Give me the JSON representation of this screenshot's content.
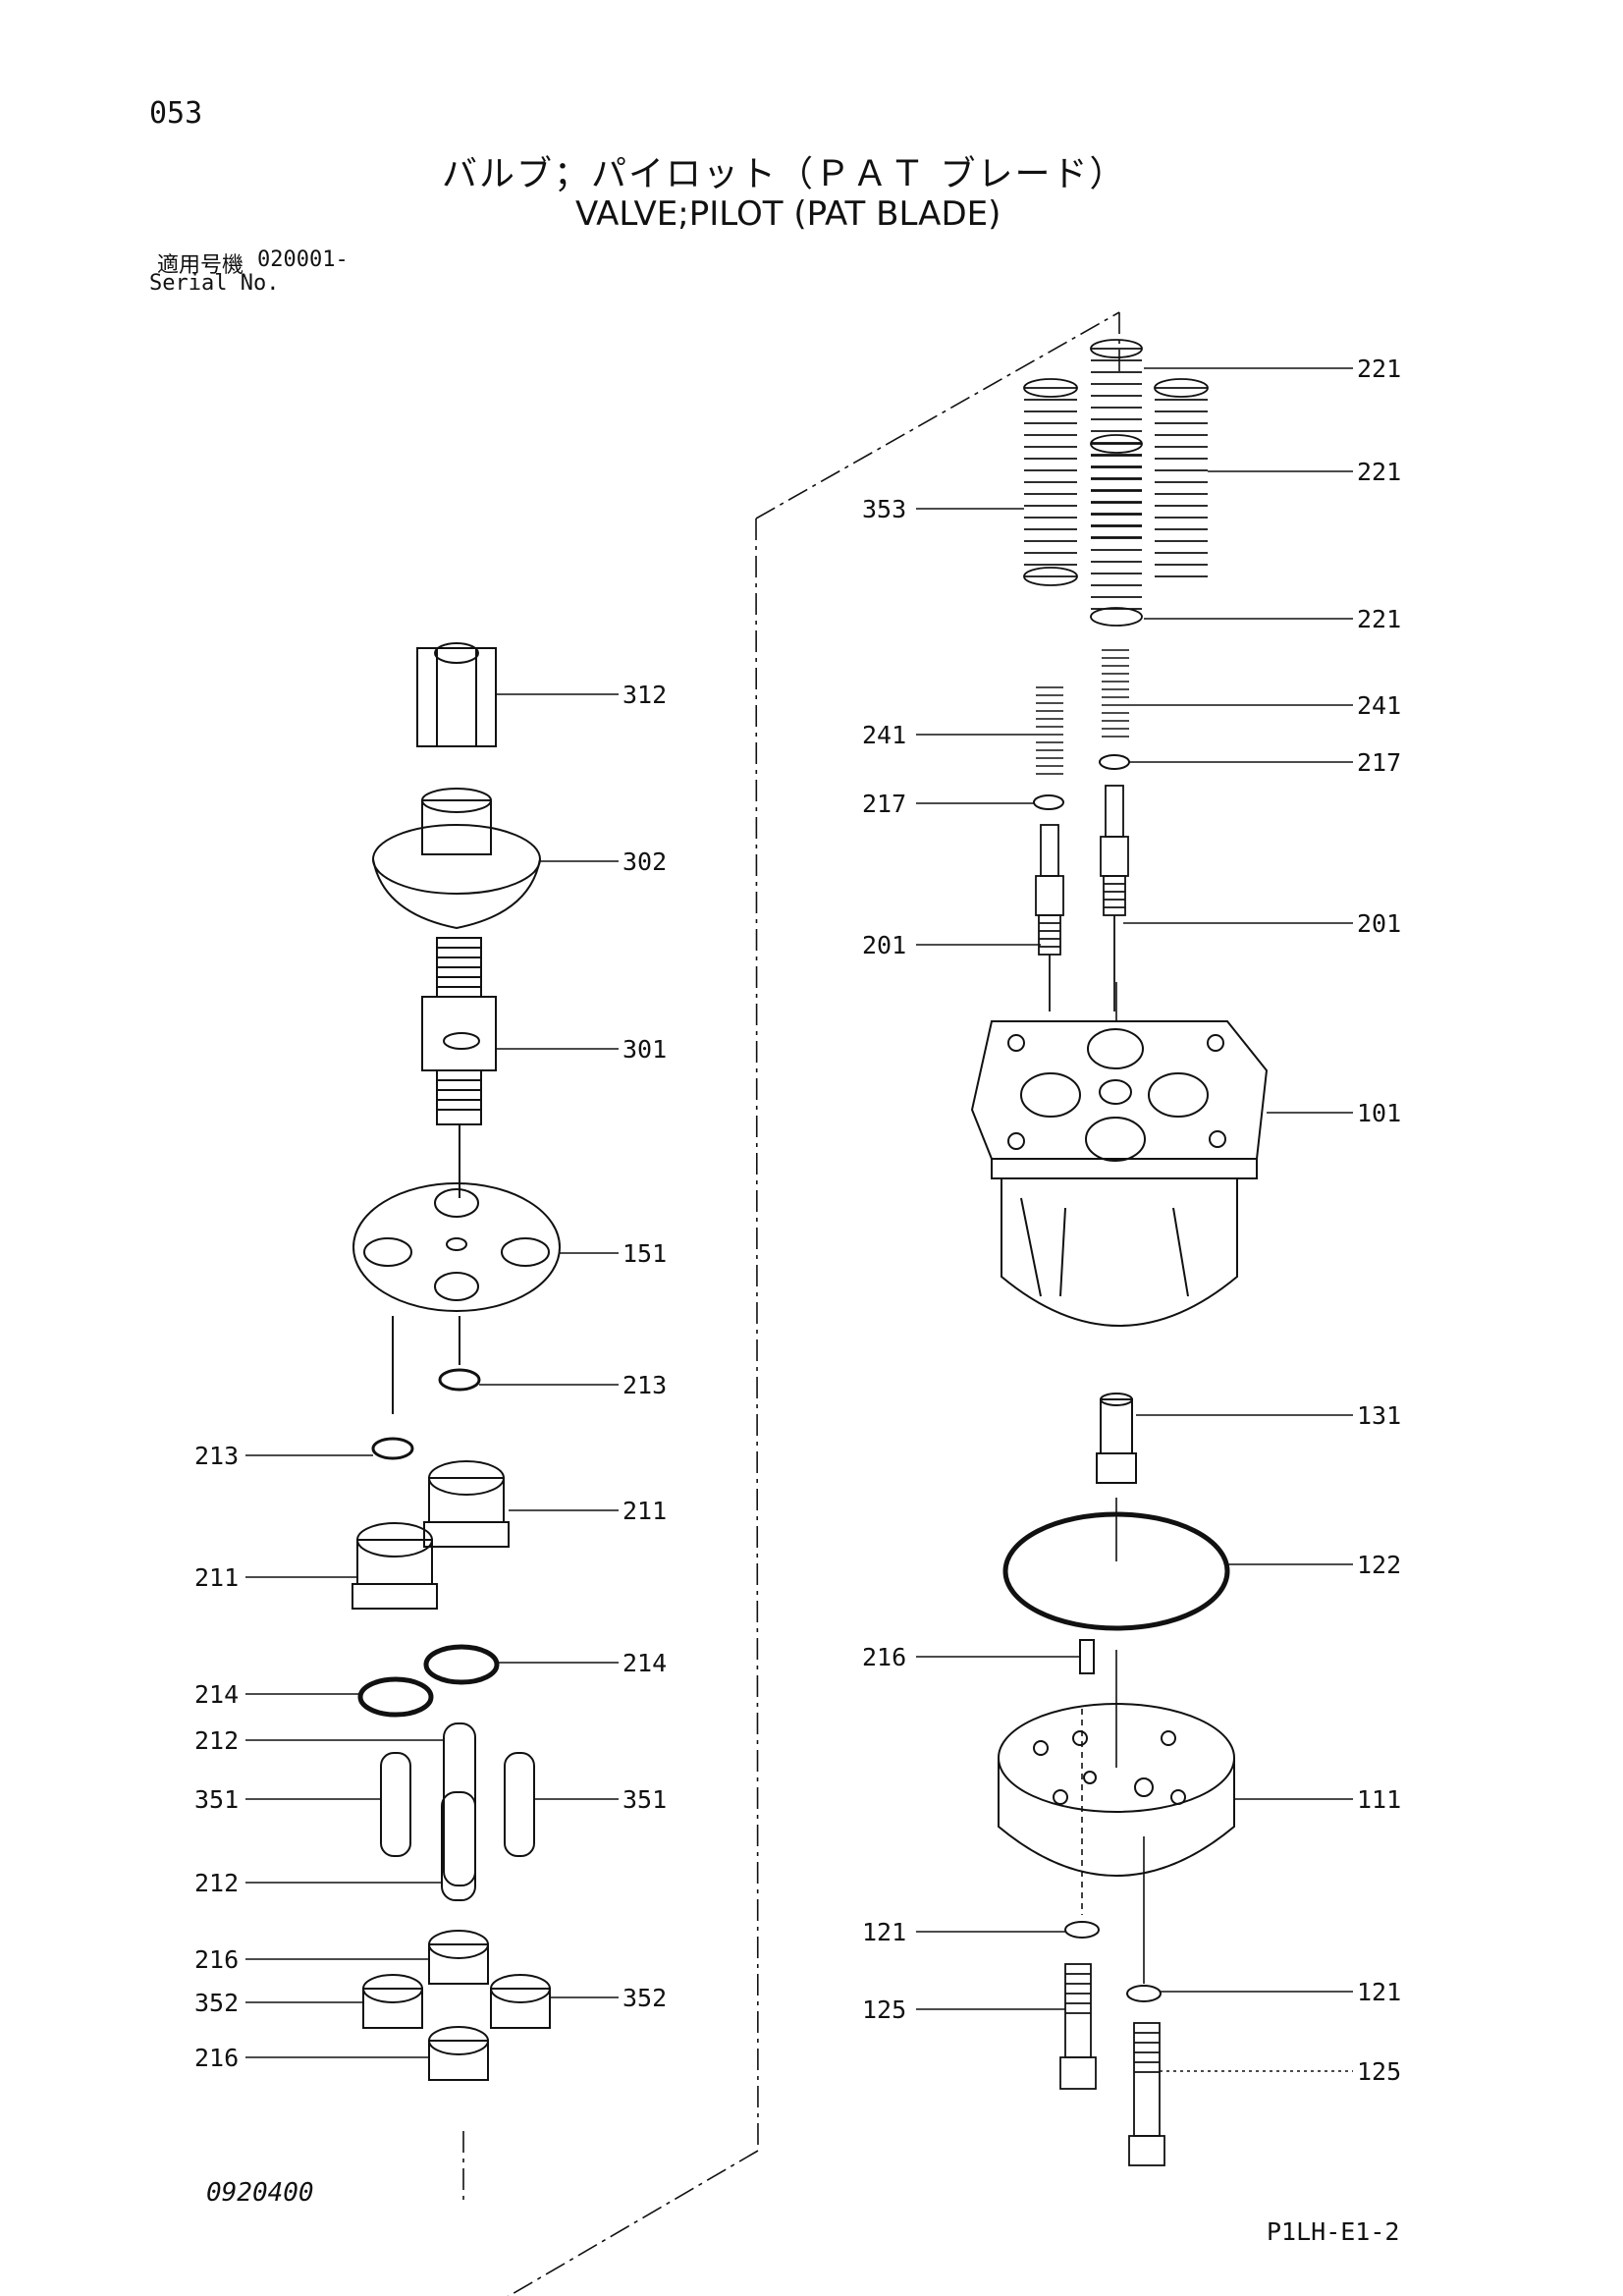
{
  "header": {
    "page_number": "053",
    "title_jp": "バルブ；パイロット（ＰＡＴ ブレード）",
    "title_en": "VALVE;PILOT (PAT BLADE)",
    "serial_label_jp": "適用号機",
    "serial_value": "020001-",
    "serial_label_en": "Serial No."
  },
  "footer": {
    "drawing_code": "0920400",
    "sheet_code": "P1LH-E1-2"
  },
  "callouts": {
    "c221a": "221",
    "c221b": "221",
    "c221c": "221",
    "c353": "353",
    "c241l": "241",
    "c241r": "241",
    "c217l": "217",
    "c217r": "217",
    "c201l": "201",
    "c201r": "201",
    "c101": "101",
    "c131": "131",
    "c122": "122",
    "c216r": "216",
    "c111": "111",
    "c121l": "121",
    "c121r": "121",
    "c125l": "125",
    "c125r": "125",
    "c312": "312",
    "c302": "302",
    "c301": "301",
    "c151": "151",
    "c213r": "213",
    "c213l": "213",
    "c211r": "211",
    "c211l": "211",
    "c214r": "214",
    "c214l": "214",
    "c212a": "212",
    "c212b": "212",
    "c351l": "351",
    "c351r": "351",
    "c216a": "216",
    "c216b": "216",
    "c352l": "352",
    "c352r": "352"
  }
}
